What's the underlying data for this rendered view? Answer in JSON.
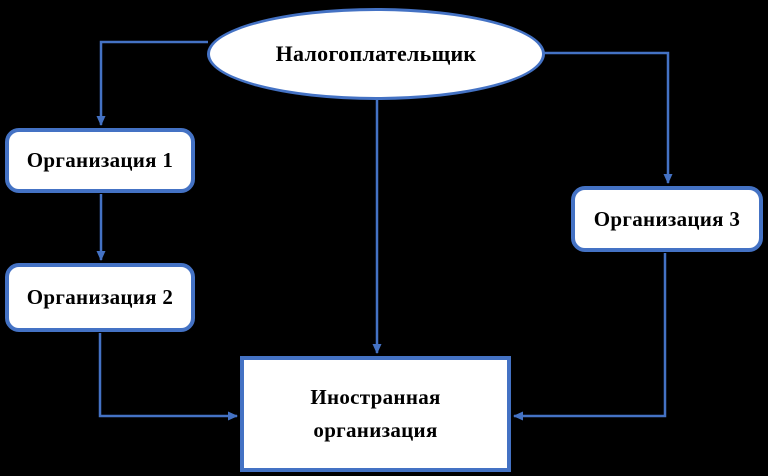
{
  "diagram": {
    "colors": {
      "background": "#000000",
      "stroke": "#4472C4",
      "fill": "#FFFFFF",
      "text": "#000000"
    },
    "nodes": {
      "taxpayer": {
        "label": "Налогоплательщик",
        "shape": "ellipse"
      },
      "org1": {
        "label": "Организация 1",
        "shape": "rounded-rectangle"
      },
      "org2": {
        "label": "Организация 2",
        "shape": "rounded-rectangle"
      },
      "org3": {
        "label": "Организация 3",
        "shape": "rounded-rectangle"
      },
      "foreign": {
        "label": "Иностранная организация",
        "shape": "rectangle"
      }
    },
    "edges": [
      {
        "from": "taxpayer",
        "to": "org1",
        "style": "elbow-left-down"
      },
      {
        "from": "org1",
        "to": "org2",
        "style": "straight-down"
      },
      {
        "from": "org2",
        "to": "foreign",
        "style": "elbow-down-right"
      },
      {
        "from": "taxpayer",
        "to": "foreign",
        "style": "straight-down"
      },
      {
        "from": "taxpayer",
        "to": "org3",
        "style": "elbow-right-down"
      },
      {
        "from": "org3",
        "to": "foreign",
        "style": "elbow-down-left"
      }
    ]
  }
}
